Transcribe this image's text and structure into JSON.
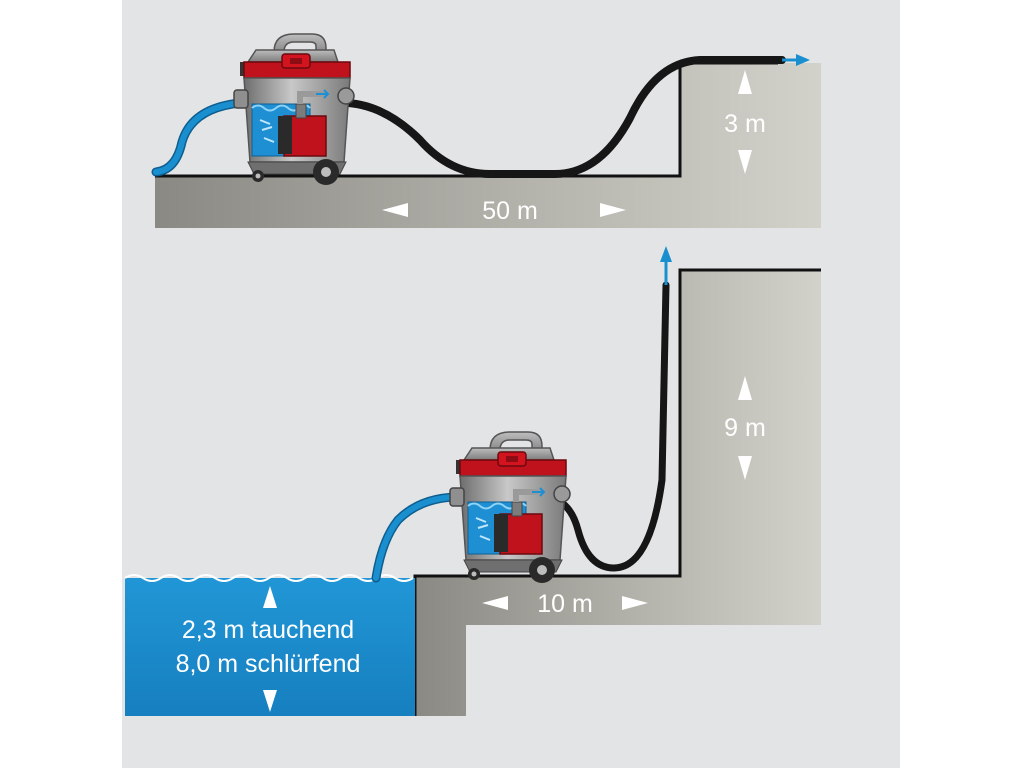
{
  "top_scene": {
    "horizontal_distance": "50 m",
    "height_difference": "3 m"
  },
  "bottom_scene": {
    "horizontal_distance": "10 m",
    "height_difference": "9 m",
    "depth_submerged": "2,3 m tauchend",
    "depth_slurping": "8,0 m schlürfend"
  },
  "colors": {
    "panel_background": "#e3e4e6",
    "ground_dark": "#8c8b85",
    "ground_light": "#cfcfc8",
    "water": "#1f8fce",
    "hose_suction": "#1a8fd0",
    "hose_pressure": "#1a1a1a",
    "machine_red": "#c0121c",
    "machine_steel": "#9a9a9a"
  }
}
